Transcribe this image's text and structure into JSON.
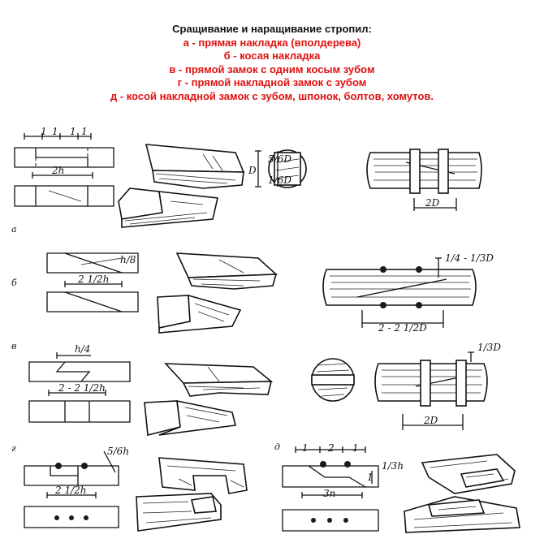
{
  "header": {
    "title": "Сращивание и наращивание стропил:",
    "items": [
      "а - прямая накладка (вполдерева)",
      "б - косая накладка",
      "в - прямой замок с одним косым зубом",
      "г - прямой накладной замок с зубом",
      "д - косой накладной замок с зубом, шпонок, болтов, хомутов."
    ]
  },
  "colors": {
    "title": "#111111",
    "items": "#e01010"
  },
  "rows": {
    "a": {
      "label": "а",
      "dims": [
        "1",
        "1",
        "1",
        "1",
        "2h",
        "D",
        "5/6D",
        "1/6D",
        "2D"
      ]
    },
    "b": {
      "label": "б",
      "dims": [
        "h/8",
        "2 1/2h",
        "1/4 - 1/3D",
        "2 - 2 1/2D"
      ]
    },
    "v": {
      "label": "в",
      "dims": [
        "h/4",
        "2 - 2 1/2h",
        "1/3D",
        "2D"
      ]
    },
    "g": {
      "label": "г",
      "dims": [
        "5/6h",
        "2 1/2h"
      ]
    },
    "d": {
      "label": "д",
      "dims": [
        "1",
        "2",
        "1",
        "1",
        "3n",
        "1/3h"
      ]
    }
  }
}
